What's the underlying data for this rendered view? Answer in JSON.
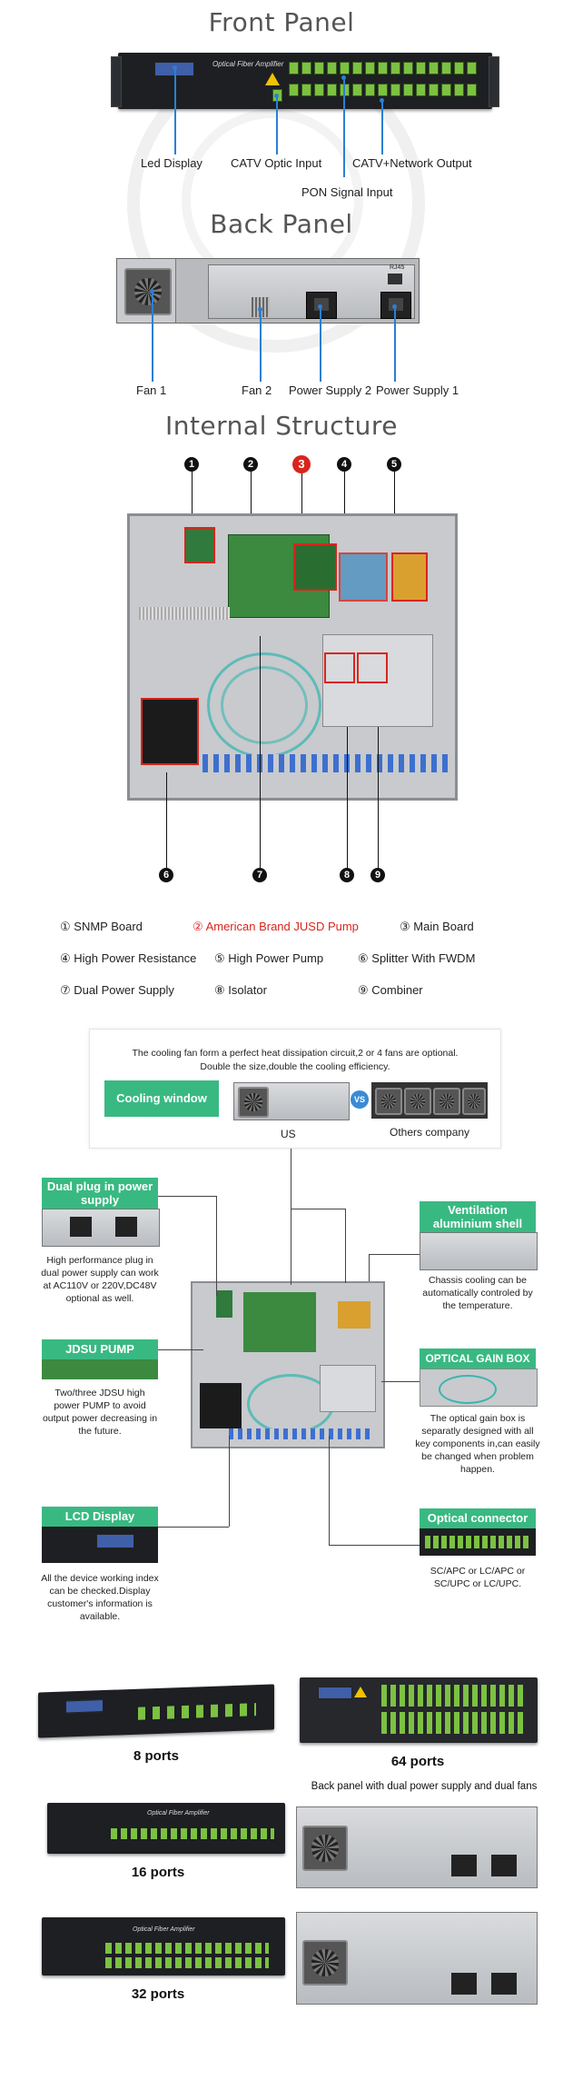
{
  "front_panel": {
    "title": "Front Panel",
    "device_label": "Optical Fiber Amplifier",
    "labels": {
      "led_display": "Led Display",
      "catv_optic_input": "CATV Optic Input",
      "catv_network_output": "CATV+Network Output",
      "pon_signal_input": "PON Signal Input"
    }
  },
  "back_panel": {
    "title": "Back Panel",
    "rj45": "RJ45",
    "labels": {
      "fan1": "Fan 1",
      "fan2": "Fan 2",
      "power_supply_2": "Power Supply 2",
      "power_supply_1": "Power Supply 1"
    }
  },
  "internal": {
    "title": "Internal Structure",
    "markers_top": [
      "1",
      "2",
      "3",
      "4",
      "5"
    ],
    "markers_bottom": [
      "6",
      "7",
      "8",
      "9"
    ],
    "legend": [
      {
        "num": "①",
        "text": "SNMP Board",
        "highlight": false
      },
      {
        "num": "②",
        "text": "American Brand JUSD Pump",
        "highlight": true
      },
      {
        "num": "③",
        "text": "Main Board",
        "highlight": false
      },
      {
        "num": "④",
        "text": "High Power Resistance",
        "highlight": false
      },
      {
        "num": "⑤",
        "text": "High Power Pump",
        "highlight": false
      },
      {
        "num": "⑥",
        "text": "Splitter With FWDM",
        "highlight": false
      },
      {
        "num": "⑦",
        "text": "Dual Power Supply",
        "highlight": false
      },
      {
        "num": "⑧",
        "text": "Isolator",
        "highlight": false
      },
      {
        "num": "⑨",
        "text": "Combiner",
        "highlight": false
      }
    ],
    "highlight_color": "#d9251d"
  },
  "cooling": {
    "line1": "The cooling fan form a perfect heat dissipation circuit,2 or 4 fans are optional.",
    "line2": "Double the size,double the cooling efficiency.",
    "button": "Cooling window",
    "vs": "VS",
    "us": "US",
    "others": "Others company",
    "accent": "#39b982"
  },
  "features": {
    "dual_plug": {
      "title": "Dual plug in power supply",
      "desc": "High performance plug in dual power supply can work at AC110V or 220V,DC48V optional as well."
    },
    "jdsu": {
      "title": "JDSU PUMP",
      "desc": "Two/three JDSU high power PUMP to avoid output power decreasing in the future."
    },
    "lcd": {
      "title": "LCD Display",
      "desc": "All the device working index can be checked.Display customer's information is available."
    },
    "ventilation": {
      "title": "Ventilation aluminium shell",
      "desc": "Chassis cooling can be automatically controled by the temperature."
    },
    "gain_box": {
      "title": "OPTICAL GAIN BOX",
      "desc": "The optical gain box is separatly designed with all key components in,can easily be changed when problem happen."
    },
    "connector": {
      "title": "Optical connector",
      "desc": "SC/APC or LC/APC or SC/UPC or LC/UPC."
    }
  },
  "products": {
    "ports8": "8 ports",
    "ports64": "64 ports",
    "back_note": "Back panel with dual power supply and dual fans",
    "ports16": "16 ports",
    "ports32": "32 ports"
  }
}
